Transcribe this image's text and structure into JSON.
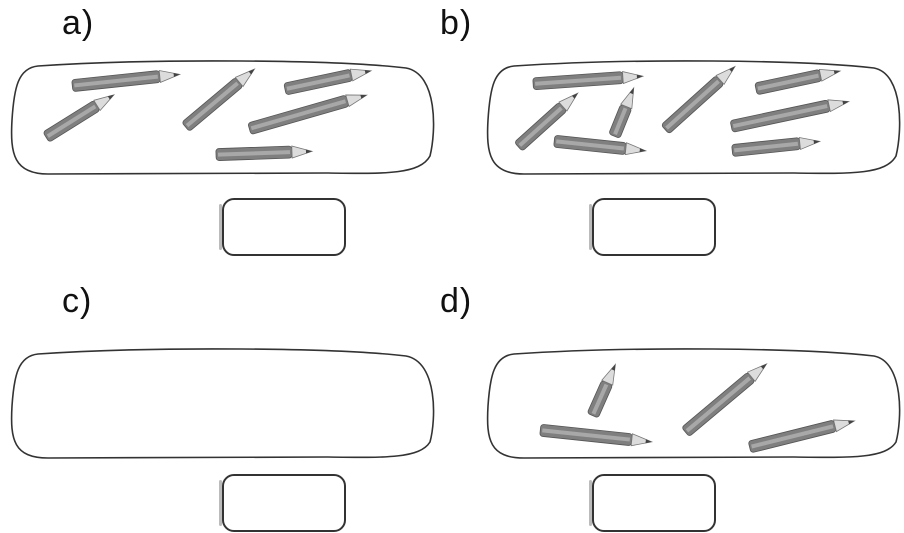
{
  "labels": {
    "a": "a)",
    "b": "b)",
    "c": "c)",
    "d": "d)"
  },
  "pencil_counts": {
    "a": 6,
    "b": 8,
    "c": 0,
    "d": 4
  },
  "colors": {
    "outline": "#333333",
    "pencil_body": "#7f7f7f",
    "pencil_stripe": "#a8a8a8",
    "pencil_tip": "#dcdcdc"
  },
  "icons": [
    "pencil-icon"
  ]
}
